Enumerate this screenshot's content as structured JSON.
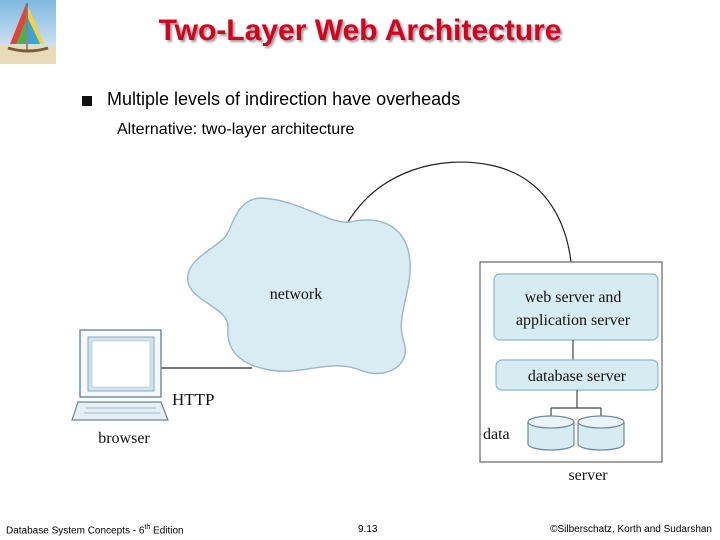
{
  "title": "Two-Layer Web Architecture",
  "bullets": {
    "main": "Multiple levels of indirection have overheads",
    "sub": "Alternative: two-layer architecture"
  },
  "diagram": {
    "network_label": "network",
    "http_label": "HTTP",
    "browser_label": "browser",
    "web_app_server_line1": "web server and",
    "web_app_server_line2": "application server",
    "database_server_label": "database server",
    "data_label": "data",
    "server_label": "server"
  },
  "footer": {
    "left_prefix": "Database System Concepts - 6",
    "left_sup": "th",
    "left_suffix": " Edition",
    "center": "9.13",
    "right": "©Silberschatz, Korth and Sudarshan"
  },
  "colors": {
    "title": "#d5001d",
    "cloud_fill": "#d9ecf4",
    "box_fill": "#d6ebf2",
    "box_stroke": "#8fb8c8"
  },
  "icons": {
    "logo": "sailboat-beach-icon",
    "computer": "desktop-computer-icon",
    "disks": "disk-cylinder-icon"
  }
}
